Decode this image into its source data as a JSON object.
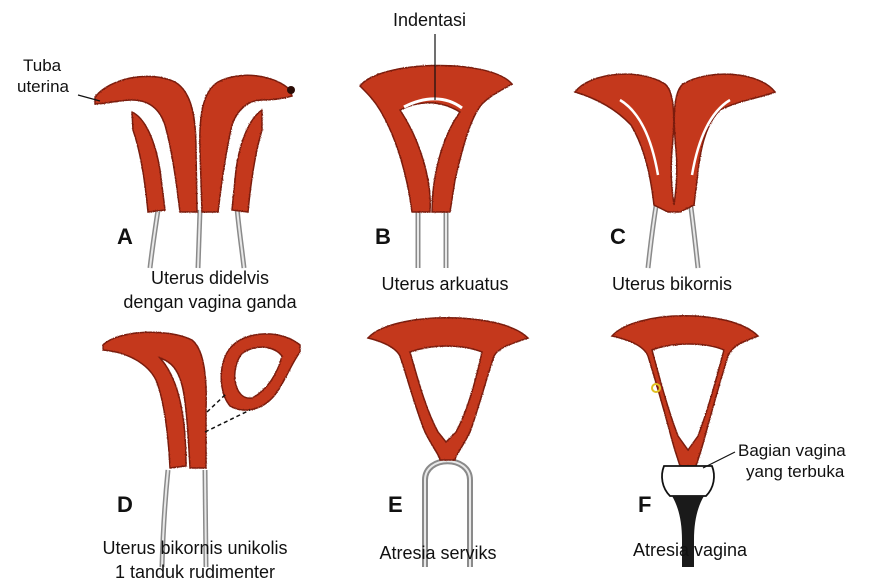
{
  "labels": {
    "tuba_uterina": [
      "Tuba",
      "uterina"
    ],
    "indentasi": "Indentasi",
    "bagian_vagina": [
      "Bagian vagina",
      "yang terbuka"
    ]
  },
  "panels": [
    {
      "letter": "A",
      "caption": [
        "Uterus didelvis",
        "dengan vagina ganda"
      ]
    },
    {
      "letter": "B",
      "caption": [
        "Uterus arkuatus"
      ]
    },
    {
      "letter": "C",
      "caption": [
        "Uterus bikornis"
      ]
    },
    {
      "letter": "D",
      "caption": [
        "Uterus bikornis unikolis",
        "1 tanduk rudimenter"
      ]
    },
    {
      "letter": "E",
      "caption": [
        "Atresia serviks"
      ]
    },
    {
      "letter": "F",
      "caption": [
        "Atresia vagina"
      ]
    }
  ],
  "colors": {
    "tissue": "#c4381e",
    "tissue_edge": "#7a1e0e",
    "tube": "#9a9a9a",
    "line": "#111111"
  }
}
